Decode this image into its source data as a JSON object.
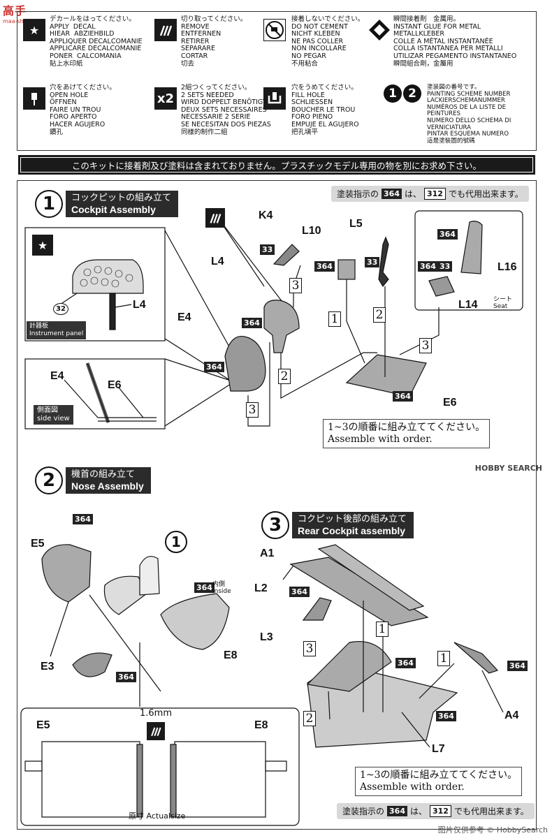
{
  "watermarks": {
    "top_text": "高手",
    "top_sub": "maa-shan.com",
    "mid": "HOBBY SEARCH",
    "bottom": "图片仅供参考 © HobbySearch"
  },
  "legend": {
    "apply_decal": "デカールをはってください。\nAPPLY  DECAL\nHIEAR  ABZIEHBILD\nAPPLIQUER DECALCOMANIE\nAPPLICARE DECALCOMANIE\nPONER  CALCOMANIA\n貼上水印紙",
    "remove": "切り取ってください。\nREMOVE\nENTFERNEN\nRETIRER\nSEPARARE\nCORTAR\n切去",
    "no_cement": "接着しないでください。\nDO NOT CEMENT\nNICHT KLEBEN\nNE PAS COLLER\nNON INCOLLARE\nNO PEGAR\n不用粘合",
    "instant_glue": "瞬間接着剤　金属用。\nINSTANT GLUE FOR METAL\nMETALLKLEBER\nCOLLE A MÉTAL INSTANTANÉE\nCOLLA ISTANTANEA PER METALLI\nUTILIZAR PEGAMENTO INSTANTANEO\n瞬間組合劑，金屬用",
    "open_hole": "穴をあけてください。\nOPEN HOLE\nÖFFNEN\nFAIRE UN TROU\nFORO APERTO\nHACER AGUJERO\n鑽孔",
    "two_sets": "2組つくってください。\n2 SETS NEEDED\nWIRD DOPPELT BENÖTIGT\nDEUX SETS NECESSAIRES\nNECESSARIE 2 SERIE\nSE NECESITAN DOS PIEZAS\n同樣的制作二組",
    "fill_hole": "穴をうめてください。\nFILL HOLE\nSCHLIESSEN\nBOUCHER LE TROU\nFORO PIENO\nEMPUJE EL AGUJERO\n把孔塡平",
    "scheme": "塗装図の番号です。\nPAINTING SCHEME NUMBER\nLACKIERSCHEMANUMMER\nNUMÉROS DE LA LISTE DE\nPEINTURES\nNUMERO DELLO SCHEMA DI\nVERNICIATURA\nPINTAR ESQUEMA NUMERO\n這是塗裝圖的號碼",
    "x2": "x2",
    "n1": "1",
    "n2": "2"
  },
  "warning": "このキットに接着剤及び塗料は含まれておりません。プラスチックモデル専用の物を別にお求め下さい。",
  "step1": {
    "num": "1",
    "jp": "コックピットの組み立て",
    "en": "Cockpit Assembly",
    "instrument_jp": "計器板",
    "instrument_en": "Instrument panel",
    "side_jp": "側面図",
    "side_en": "side view",
    "seat_jp": "シート",
    "seat_en": "Seat",
    "order_jp": "1~3の順番に組み立ててください。",
    "order_en": "Assemble with order.",
    "parts": {
      "K4": "K4",
      "L10": "L10",
      "L5": "L5",
      "L4": "L4",
      "L4b": "L4",
      "E4": "E4",
      "E4b": "E4",
      "E6": "E6",
      "E6b": "E6",
      "L16": "L16",
      "L14": "L14"
    },
    "paint_note": {
      "pre": "塗装指示の",
      "a": "364",
      "mid": "は、",
      "b": "312",
      "post": "でも代用出来ます。"
    },
    "colors": {
      "c364": "364",
      "c33": "33",
      "c32": "32"
    },
    "steps": {
      "s1": "1",
      "s2": "2",
      "s3": "3"
    }
  },
  "step2": {
    "num": "2",
    "jp": "機首の組み立て",
    "en": "Nose Assembly",
    "parts": {
      "E5": "E5",
      "E3": "E3",
      "E8": "E8",
      "E5b": "E5",
      "E8b": "E8"
    },
    "inside_jp": "内側",
    "inside_en": "Inside",
    "measure": "1.6mm",
    "actual": "原寸  Actualsize",
    "ref": "1",
    "colors": {
      "c364": "364"
    }
  },
  "step3": {
    "num": "3",
    "jp": "コクピット後部の組み立て",
    "en": "Rear Cockpit assembly",
    "parts": {
      "A1": "A1",
      "L2": "L2",
      "L3": "L3",
      "L7": "L7",
      "A4": "A4"
    },
    "order_jp": "1~3の順番に組み立ててください。",
    "order_en": "Assemble with order.",
    "paint_note": {
      "pre": "塗装指示の",
      "a": "364",
      "mid": "は、",
      "b": "312",
      "post": "でも代用出来ます。"
    },
    "colors": {
      "c364": "364"
    },
    "steps": {
      "s1": "1",
      "s2": "2",
      "s3": "3"
    }
  }
}
